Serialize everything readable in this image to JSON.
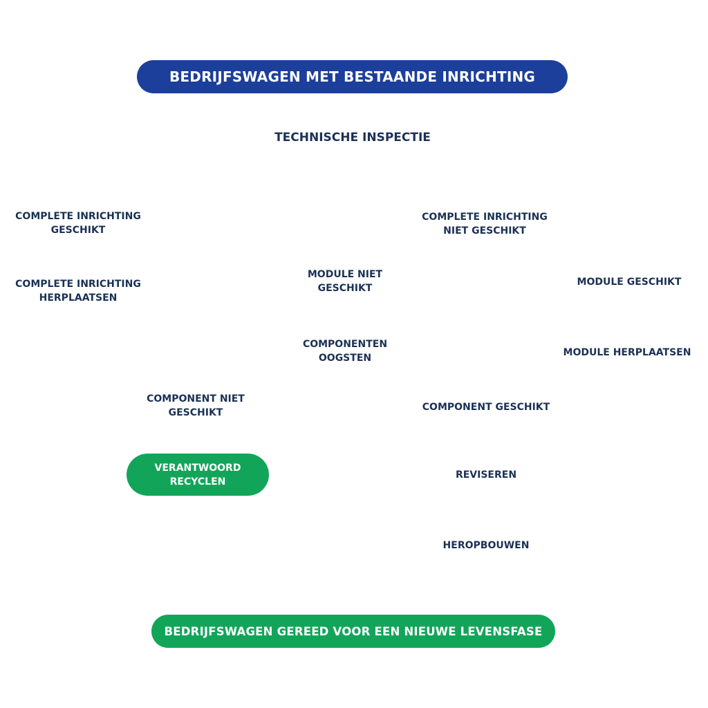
{
  "colors": {
    "primary_blue": "#1c3f9c",
    "primary_green": "#12a55a",
    "node_text": "#1a3155"
  },
  "header": {
    "title": "BEDRIJFSWAGEN MET BESTAANDE INRICHTING"
  },
  "nodes": {
    "inspection": "TECHNISCHE INSPECTIE",
    "complete_suitable": [
      "COMPLETE INRICHTING",
      "GESCHIKT"
    ],
    "complete_not_suitable": [
      "COMPLETE INRICHTING",
      "NIET GESCHIKT"
    ],
    "complete_replace": [
      "COMPLETE INRICHTING",
      "HERPLAATSEN"
    ],
    "module_not_suitable": [
      "MODULE NIET",
      "GESCHIKT"
    ],
    "module_suitable": "MODULE GESCHIKT",
    "harvest_components": [
      "COMPONENTEN",
      "OOGSTEN"
    ],
    "module_replace": "MODULE HERPLAATSEN",
    "component_not_suitable": [
      "COMPONENT NIET",
      "GESCHIKT"
    ],
    "component_suitable": "COMPONENT GESCHIKT",
    "recycle": [
      "VERANTWOORD",
      "RECYCLEN"
    ],
    "revise": "REVISEREN",
    "rebuild": "HEROPBOUWEN"
  },
  "footer": {
    "title": "BEDRIJFSWAGEN GEREED VOOR EEN NIEUWE LEVENSFASE"
  }
}
